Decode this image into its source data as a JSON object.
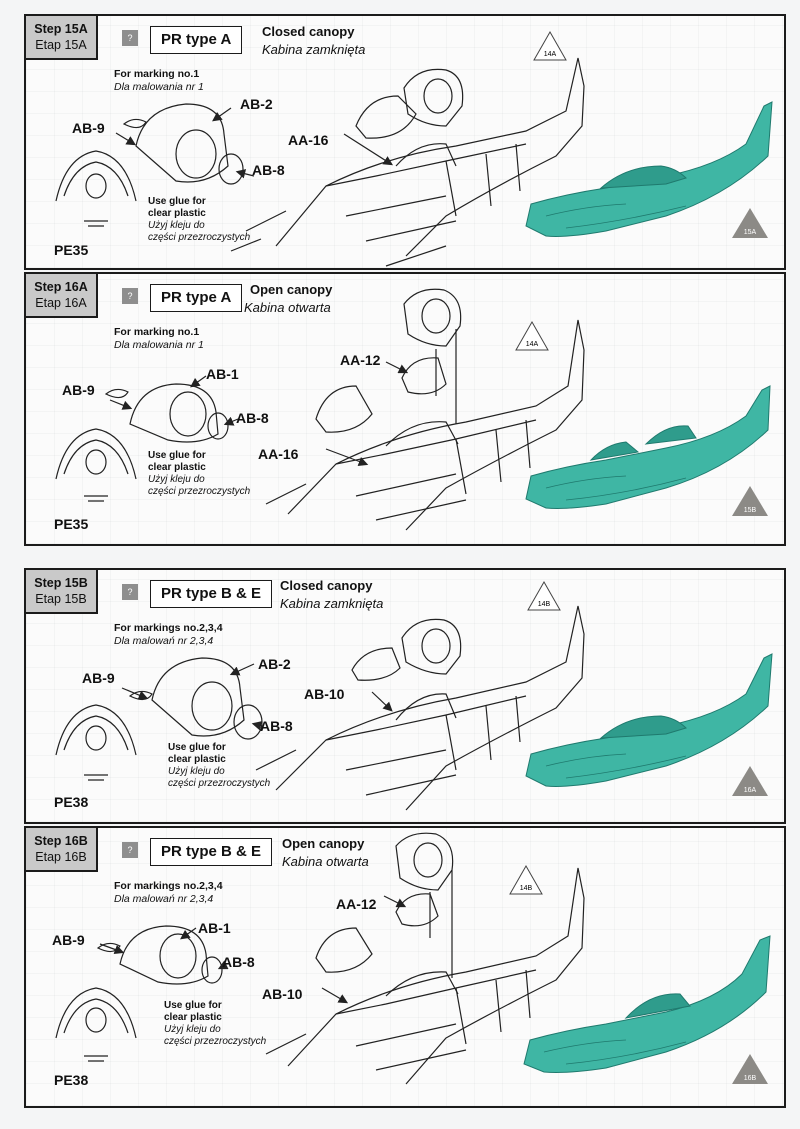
{
  "steps": [
    {
      "step_en": "Step 15A",
      "step_pl": "Etap 15A",
      "badge": "?",
      "pr_type": "PR type A",
      "canopy_en": "Closed canopy",
      "canopy_pl": "Kabina zamknięta",
      "marking_en": "For marking no.1",
      "marking_pl": "Dla malowania nr 1",
      "parts": {
        "a": "AB-9",
        "b": "AB-2",
        "c": "AB-8",
        "d": "AA-16"
      },
      "glue": [
        "Use glue for",
        "clear plastic",
        "Użyj kleju do",
        "części przezroczystych"
      ],
      "pe": "PE35",
      "ref_top": "14A",
      "ref_bottom": "15A"
    },
    {
      "step_en": "Step 16A",
      "step_pl": "Etap 16A",
      "badge": "?",
      "pr_type": "PR type A",
      "canopy_en": "Open canopy",
      "canopy_pl": "Kabina otwarta",
      "marking_en": "For marking no.1",
      "marking_pl": "Dla malowania nr 1",
      "parts": {
        "a": "AB-9",
        "b": "AB-1",
        "c": "AB-8",
        "d": "AA-12",
        "e": "AA-16"
      },
      "glue": [
        "Use glue for",
        "clear plastic",
        "Użyj kleju do",
        "części przezroczystych"
      ],
      "pe": "PE35",
      "ref_top": "14A",
      "ref_bottom": "15B"
    },
    {
      "step_en": "Step 15B",
      "step_pl": "Etap 15B",
      "badge": "?",
      "pr_type": "PR type B & E",
      "canopy_en": "Closed canopy",
      "canopy_pl": "Kabina zamknięta",
      "marking_en": "For markings no.2,3,4",
      "marking_pl": "Dla malowań nr 2,3,4",
      "parts": {
        "a": "AB-9",
        "b": "AB-2",
        "c": "AB-8",
        "d": "AB-10"
      },
      "glue": [
        "Use glue for",
        "clear plastic",
        "Użyj kleju do",
        "części przezroczystych"
      ],
      "pe": "PE38",
      "ref_top": "14B",
      "ref_bottom": "16A"
    },
    {
      "step_en": "Step 16B",
      "step_pl": "Etap 16B",
      "badge": "?",
      "pr_type": "PR type B & E",
      "canopy_en": "Open canopy",
      "canopy_pl": "Kabina otwarta",
      "marking_en": "For markings no.2,3,4",
      "marking_pl": "Dla malowań nr 2,3,4",
      "parts": {
        "a": "AB-9",
        "b": "AB-1",
        "c": "AB-8",
        "d": "AA-12",
        "e": "AB-10"
      },
      "glue": [
        "Use glue for",
        "clear plastic",
        "Użyj kleju do",
        "części przezroczystych"
      ],
      "pe": "PE38",
      "ref_top": "14B",
      "ref_bottom": "16B"
    }
  ],
  "colors": {
    "fuselage": "#3fb6a4",
    "fuselage_dark": "#1f7a6e",
    "step_bg": "#c9c9c9",
    "ref_triangle": "#8c8a86"
  }
}
